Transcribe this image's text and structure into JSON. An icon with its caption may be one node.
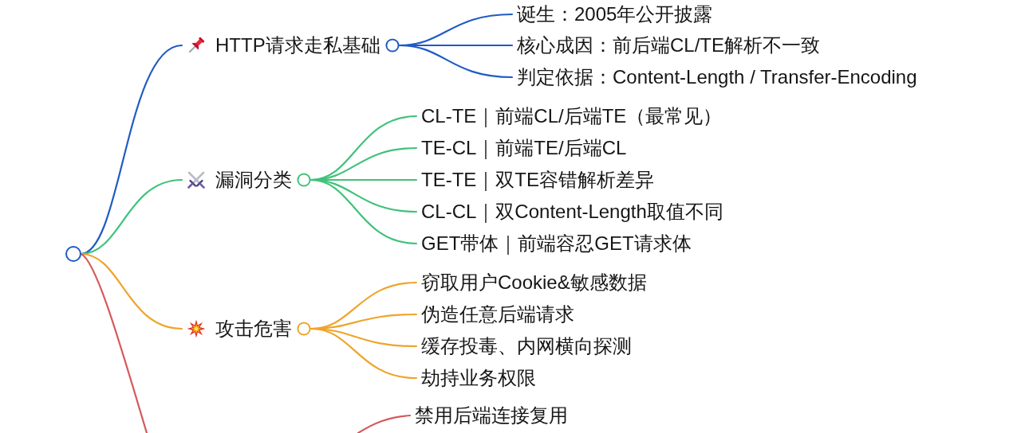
{
  "diagram": {
    "nodes": [
      {
        "text": [],
        "shape": "circle"
      },
      {
        "text": [
          "HTTP请求走私基础"
        ]
      },
      {
        "text": [
          "诞生：2005年公开披露"
        ]
      },
      {
        "text": [
          "核心成因：前后端CL/TE解析不一致"
        ]
      },
      {
        "text": [
          "判定依据：Content-Length / Transfer-Encoding"
        ]
      },
      {
        "text": [
          "漏洞分类"
        ]
      },
      {
        "text": [
          "CL-TE｜前端CL/后端TE（最常见）"
        ]
      },
      {
        "text": [
          "TE-CL｜前端TE/后端CL"
        ]
      },
      {
        "text": [
          "TE-TE｜双TE容错解析差异"
        ]
      },
      {
        "text": [
          "CL-CL｜双Content-Length取值不同"
        ]
      },
      {
        "text": [
          "GET带体｜前端容忍GET请求体"
        ]
      },
      {
        "text": [
          "攻击危害"
        ]
      },
      {
        "text": [
          "窃取用户Cookie&敏感数据"
        ]
      },
      {
        "text": [
          "伪造任意后端请求"
        ]
      },
      {
        "text": [
          "缓存投毒、内网横向探测"
        ]
      },
      {
        "text": [
          "劫持业务权限"
        ]
      },
      {
        "text": [
          "禁用后端连接复用"
        ]
      }
    ],
    "edges": [
      {
        "from": 0,
        "to": 1,
        "arrow": "none",
        "color": "#1f5bc4"
      },
      {
        "from": 1,
        "to": 2,
        "arrow": "none",
        "color": "#1f5bc4"
      },
      {
        "from": 1,
        "to": 3,
        "arrow": "none",
        "color": "#1f5bc4"
      },
      {
        "from": 1,
        "to": 4,
        "arrow": "none",
        "color": "#1f5bc4"
      },
      {
        "from": 0,
        "to": 5,
        "arrow": "none",
        "color": "#3fc27a"
      },
      {
        "from": 5,
        "to": 6,
        "arrow": "none",
        "color": "#3fc27a"
      },
      {
        "from": 5,
        "to": 7,
        "arrow": "none",
        "color": "#3fc27a"
      },
      {
        "from": 5,
        "to": 8,
        "arrow": "none",
        "color": "#3fc27a"
      },
      {
        "from": 5,
        "to": 9,
        "arrow": "none",
        "color": "#3fc27a"
      },
      {
        "from": 5,
        "to": 10,
        "arrow": "none",
        "color": "#3fc27a"
      },
      {
        "from": 0,
        "to": 11,
        "arrow": "none",
        "color": "#efa42a"
      },
      {
        "from": 11,
        "to": 12,
        "arrow": "none",
        "color": "#efa42a"
      },
      {
        "from": 11,
        "to": 13,
        "arrow": "none",
        "color": "#efa42a"
      },
      {
        "from": 11,
        "to": 14,
        "arrow": "none",
        "color": "#efa42a"
      },
      {
        "from": 11,
        "to": 15,
        "arrow": "none",
        "color": "#efa42a"
      },
      {
        "from": 0,
        "to": null,
        "arrow": "none",
        "color": "#d65a5a"
      },
      {
        "from": null,
        "to": 16,
        "arrow": "none",
        "color": "#d65a5a"
      }
    ]
  }
}
